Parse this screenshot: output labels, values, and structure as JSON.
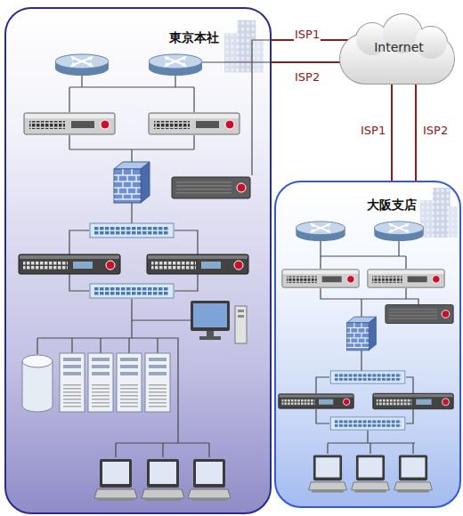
{
  "diagram": {
    "nodes": [
      {
        "text": [
          "東京本社"
        ]
      },
      {
        "text": [
          "Internet"
        ]
      },
      {
        "text": [
          "大阪支店"
        ]
      }
    ],
    "edges": [
      {
        "from": 0,
        "to": 1,
        "label": "ISP1",
        "arrow": "none"
      },
      {
        "from": 0,
        "to": 1,
        "label": "ISP2",
        "arrow": "none"
      },
      {
        "from": 2,
        "to": 1,
        "label": "ISP1",
        "arrow": "none"
      },
      {
        "from": 2,
        "to": 1,
        "label": "ISP2",
        "arrow": "none"
      }
    ]
  }
}
